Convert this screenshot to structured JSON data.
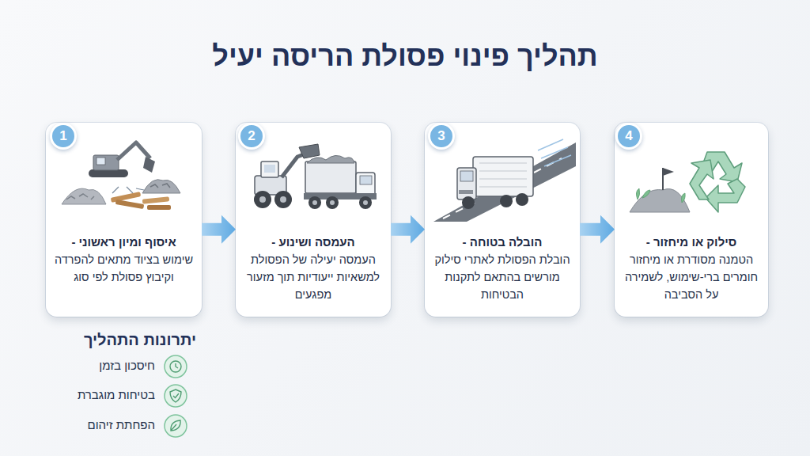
{
  "diagram": {
    "title": "תהליך פינוי פסולת הריסה יעיל",
    "nodes": [
      {
        "text": [
          "איסוף ומיון ראשוני -",
          "שימוש בציוד מתאים להפרדה וקיבוץ פסולת לפי סוג"
        ]
      },
      {
        "text": [
          "העמסה ושינוע -",
          "העמסה יעילה של הפסולת למשאיות ייעודיות תוך מזעור מפגעים"
        ]
      },
      {
        "text": [
          "הובלה בטוחה -",
          "הובלת הפסולת לאתרי סילוק מורשים בהתאם לתקנות הבטיחות"
        ]
      },
      {
        "text": [
          "סילוק או מיחזור -",
          "הטמנה מסודרת או מיחזור חומרים ברי-שימוש, לשמירה על הסביבה"
        ]
      }
    ],
    "edges": [
      {
        "from": 0,
        "to": 1,
        "arrow": "to"
      },
      {
        "from": 1,
        "to": 2,
        "arrow": "to"
      },
      {
        "from": 2,
        "to": 3,
        "arrow": "to"
      }
    ],
    "labels": [
      "1",
      "2",
      "3",
      "4",
      "יתרונות התהליך",
      "חיסכון בזמן",
      "בטיחות מוגברת",
      "הפחתת זיהום"
    ]
  }
}
